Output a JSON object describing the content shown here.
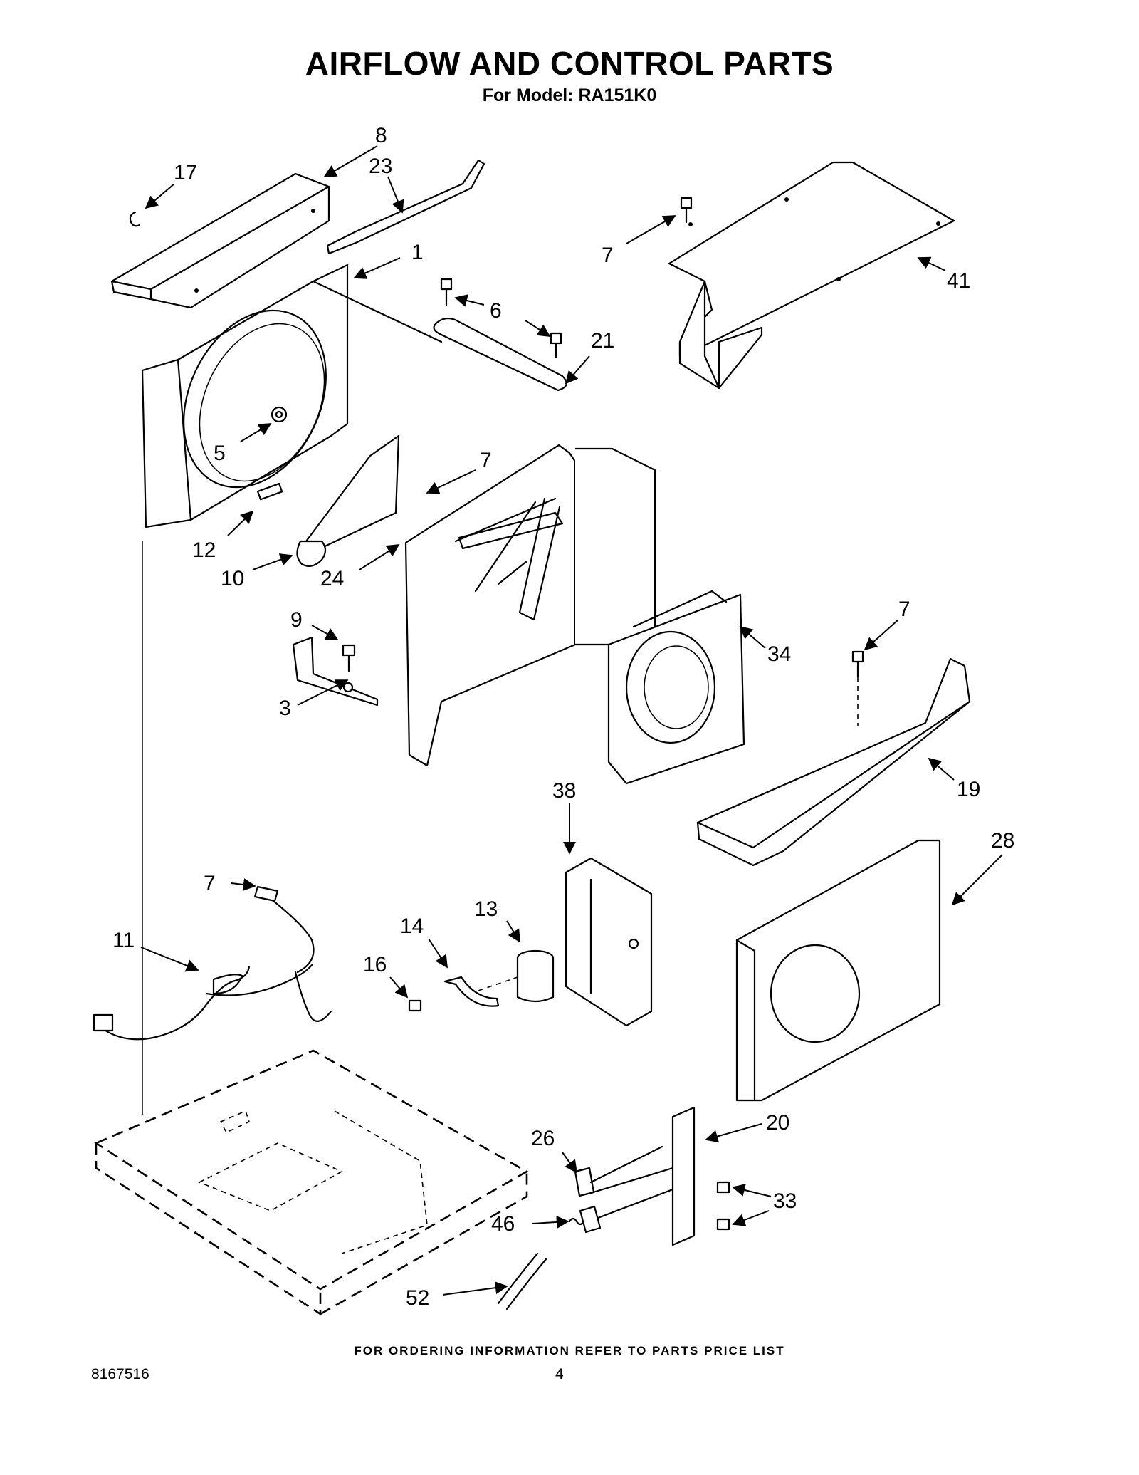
{
  "page": {
    "title": "AIRFLOW AND CONTROL PARTS",
    "subtitle": "For Model: RA151K0",
    "footer_note": "FOR ORDERING INFORMATION REFER TO PARTS PRICE LIST",
    "document_number": "8167516",
    "page_number": "4"
  },
  "callouts": {
    "c8": "8",
    "c23": "23",
    "c17": "17",
    "c1": "1",
    "c7a": "7",
    "c41": "41",
    "c6": "6",
    "c21": "21",
    "c5": "5",
    "c7b": "7",
    "c12": "12",
    "c10": "10",
    "c24": "24",
    "c9": "9",
    "c3": "3",
    "c34": "34",
    "c7c": "7",
    "c19": "19",
    "c38": "38",
    "c28": "28",
    "c7d": "7",
    "c11": "11",
    "c13": "13",
    "c14": "14",
    "c16": "16",
    "c20": "20",
    "c26": "26",
    "c33": "33",
    "c46": "46",
    "c52": "52"
  }
}
